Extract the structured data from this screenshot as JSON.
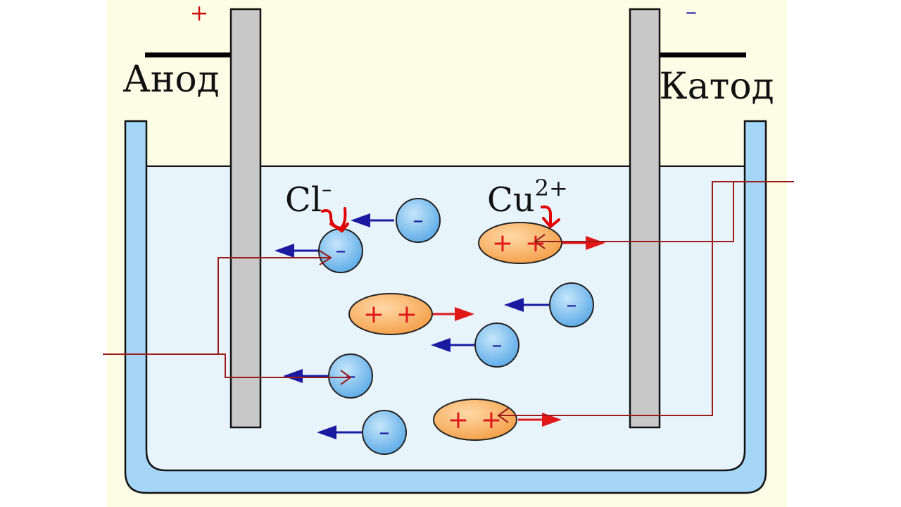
{
  "anode": {
    "sign": "+",
    "label": "Анод"
  },
  "cathode": {
    "sign": "–",
    "label": "Катод"
  },
  "ions": {
    "anion_label": "Cl",
    "anion_charge": "–",
    "cation_label": "Cu",
    "cation_charge": "2+",
    "anion_sign": "–",
    "cation_sign": "+"
  },
  "colors": {
    "background": "#fdfde6",
    "solution": "#e8f4fc",
    "vessel": "#a6d6f7",
    "electrode": "#c8c8c8",
    "anion_fill": "#7ec0ee",
    "cation_fill": "#f7ad63",
    "anion_arrow": "#1a1aa0",
    "cation_arrow": "#e01818",
    "pointer_line": "#9b1a1a",
    "annotation": "#e00000"
  }
}
